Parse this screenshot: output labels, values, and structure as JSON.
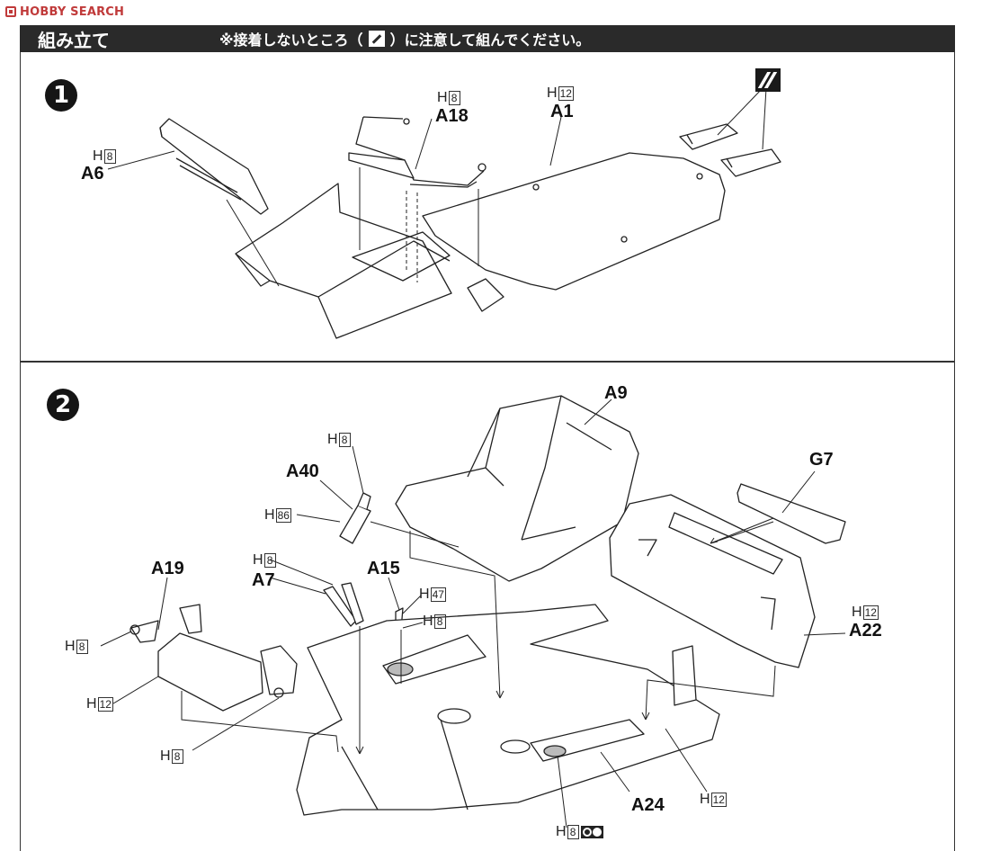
{
  "watermark": {
    "text": "HOBBY SEARCH"
  },
  "header": {
    "title": "組み立て",
    "note_prefix": "※接着しないところ（",
    "note_suffix": "）に注意して組んでください。"
  },
  "steps": [
    {
      "number": "1"
    },
    {
      "number": "2"
    }
  ],
  "step1": {
    "parts": {
      "a6": "A6",
      "a18": "A18",
      "a1": "A1"
    },
    "paints": {
      "a6": {
        "h": "H",
        "code": "8"
      },
      "a18": {
        "h": "H",
        "code": "8"
      },
      "a1": {
        "h": "H",
        "code": "12"
      }
    }
  },
  "step2": {
    "parts": {
      "a9": "A9",
      "a40": "A40",
      "g7": "G7",
      "a19": "A19",
      "a7": "A7",
      "a15": "A15",
      "a22": "A22",
      "a24": "A24"
    },
    "paints": {
      "a40_top": {
        "h": "H",
        "code": "8"
      },
      "a40_body": {
        "h": "H",
        "code": "86"
      },
      "a7": {
        "h": "H",
        "code": "8"
      },
      "a15_a": {
        "h": "H",
        "code": "47"
      },
      "a15_b": {
        "h": "H",
        "code": "8"
      },
      "a19_a": {
        "h": "H",
        "code": "8"
      },
      "a19_b": {
        "h": "H",
        "code": "12"
      },
      "a19_c": {
        "h": "H",
        "code": "8"
      },
      "a22": {
        "h": "H",
        "code": "12"
      },
      "a24_floor": {
        "h": "H",
        "code": "12"
      },
      "pedal": {
        "h": "H",
        "code": "8"
      }
    }
  },
  "colors": {
    "watermark": "#c03a3a",
    "header_bg": "#2a2a2a",
    "line": "#222222"
  },
  "icons": [
    "no-glue-icon",
    "two-tone-dots-icon"
  ]
}
